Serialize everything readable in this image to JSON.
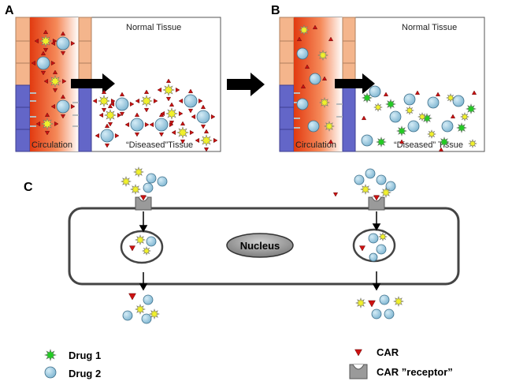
{
  "panels": {
    "a": "A",
    "b": "B",
    "c": "C"
  },
  "labels": {
    "normal_tissue": "Normal Tissue",
    "circulation": "Circulation",
    "diseased_tissue": "“Diseased”Tissue",
    "diseased_tissue_b": "“Diseased” Tissue",
    "nucleus": "Nucleus"
  },
  "legend": {
    "drug1": "Drug 1",
    "drug2": "Drug 2",
    "car": "CAR",
    "car_receptor": "CAR ”receptor”"
  },
  "colors": {
    "drug1": "#22cc22",
    "drug2": "#8fc3dc",
    "car": "#cc1111",
    "star": "#f0f02a",
    "vessel_orange": "#e8541e",
    "tissue_orange": "#f4b58c",
    "tissue_blue": "#6366c8"
  }
}
